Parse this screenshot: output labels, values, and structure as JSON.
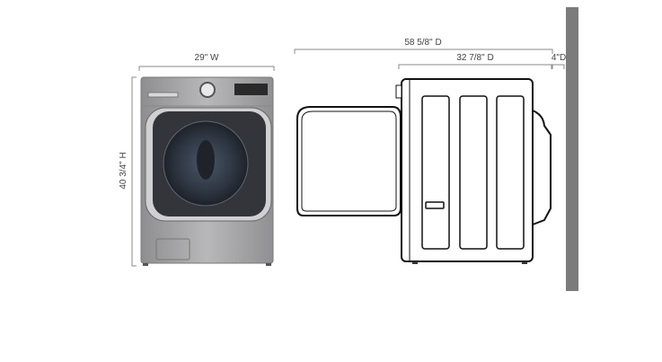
{
  "dimensions": {
    "width": "29\" W",
    "height": "40 3/4\" H",
    "depth_door_open": "58 5/8\" D",
    "depth_body": "32 7/8\" D",
    "depth_clearance": "4\"D"
  },
  "colors": {
    "wall": "#7b7b7b",
    "washer": "#a9a9ab",
    "window": "#2c2e33"
  }
}
